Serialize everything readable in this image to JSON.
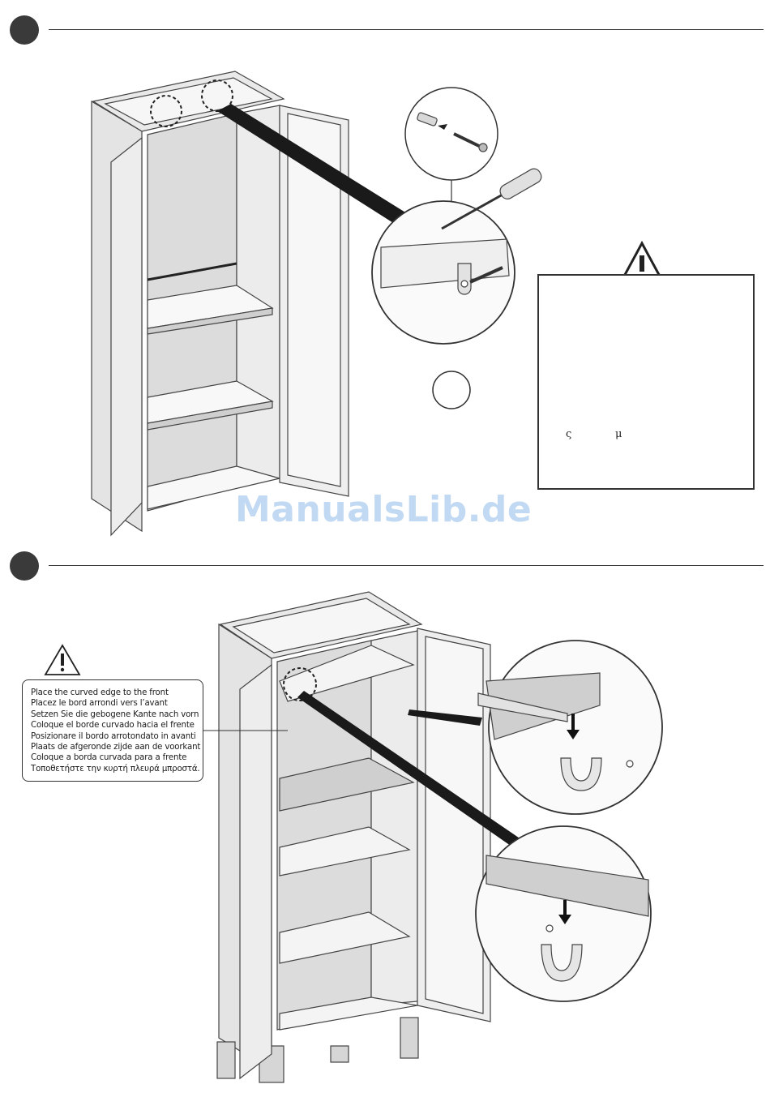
{
  "watermark": "ManualsLib.de",
  "warning_box": {
    "chars": [
      "ς",
      "μ"
    ]
  },
  "shelf_note": {
    "lines": [
      "Place the curved edge to the front",
      "Placez le bord arrondi vers l’avant",
      "Setzen Sie die gebogene Kante nach vorn",
      "Coloque el borde curvado hacia el frente",
      "Posizionare il bordo arrotondato in avanti",
      "Plaats de afgeronde zijde aan de voorkant",
      "Coloque a borda curvada para a frente",
      "Τοποθετήστε την κυρτή πλευρά μπροστά."
    ]
  },
  "icons": [
    "warning-triangle-icon",
    "screw-icon",
    "dowel-icon",
    "screwdriver-icon",
    "shelf-clip-icon",
    "arrow-down-icon"
  ]
}
